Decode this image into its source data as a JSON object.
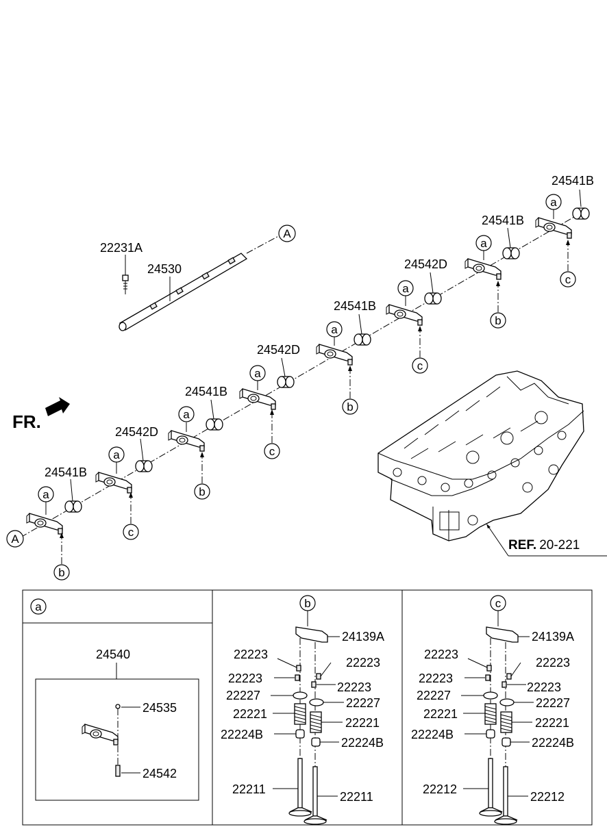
{
  "ref": {
    "prefix": "REF.",
    "number": "20-221"
  },
  "fr_label": "FR.",
  "callouts": {
    "a": "a",
    "b": "b",
    "c": "c",
    "A": "A"
  },
  "top": {
    "p22231A": "22231A",
    "p24530": "24530",
    "p24541B": "24541B",
    "p24542D": "24542D"
  },
  "panel_a": {
    "p24540": "24540",
    "p24535": "24535",
    "p24542": "24542"
  },
  "panel_b": {
    "p24139A": "24139A",
    "p22223": "22223",
    "p22227": "22227",
    "p22221": "22221",
    "p22224B": "22224B",
    "p22211": "22211"
  },
  "panel_c": {
    "p24139A": "24139A",
    "p22223": "22223",
    "p22227": "22227",
    "p22221": "22221",
    "p22224B": "22224B",
    "p22212": "22212"
  }
}
